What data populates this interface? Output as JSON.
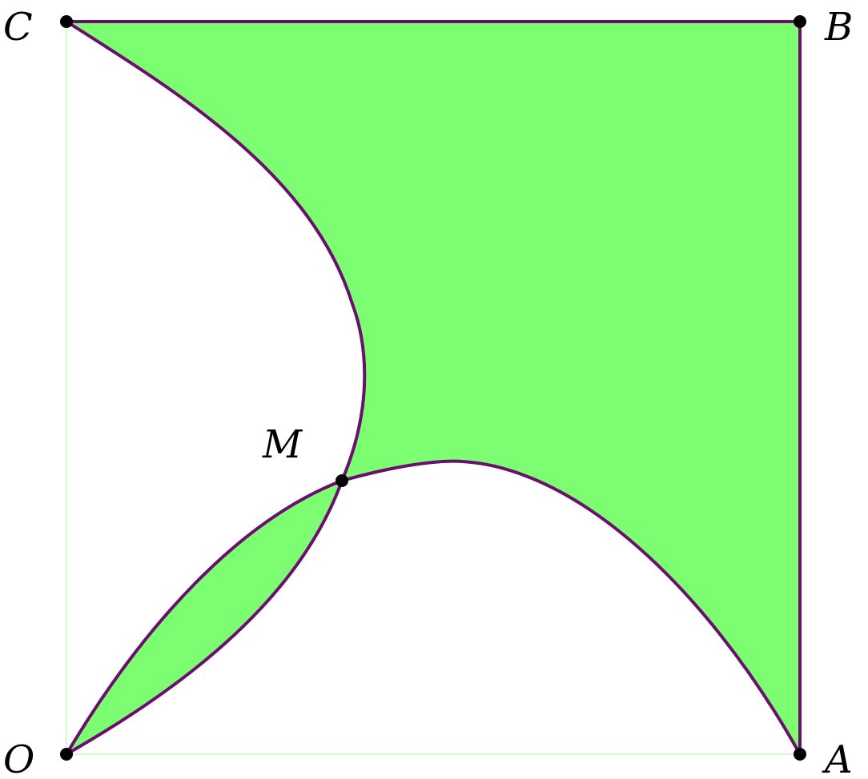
{
  "colors": {
    "fill": "#7dfd72",
    "stroke": "#6a0f6e",
    "point": "#000000",
    "faint_edge": "#c8f7c3"
  },
  "points": [
    {
      "id": "C",
      "label": "C"
    },
    {
      "id": "B",
      "label": "B"
    },
    {
      "id": "M",
      "label": "M"
    },
    {
      "id": "O",
      "label": "O"
    },
    {
      "id": "A",
      "label": "A"
    }
  ]
}
